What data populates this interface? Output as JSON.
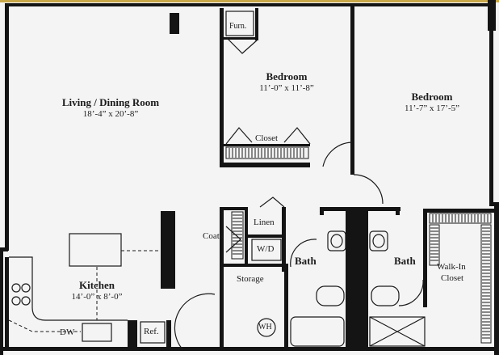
{
  "rooms": {
    "living": {
      "name": "Living / Dining Room",
      "dims": "18’-4” x 20’-8”"
    },
    "bedroom1": {
      "name": "Bedroom",
      "dims": "11’-0” x 11’-8”"
    },
    "bedroom2": {
      "name": "Bedroom",
      "dims": "11’-7” x 17’-5”"
    },
    "kitchen": {
      "name": "Kitchen",
      "dims": "14’-0” x 8’-0”"
    },
    "bath1": {
      "name": "Bath"
    },
    "bath2": {
      "name": "Bath"
    },
    "storage": {
      "name": "Storage"
    },
    "walkin": {
      "line1": "Walk-In",
      "line2": "Closet"
    }
  },
  "fixtures": {
    "furn": "Furn.",
    "closet": "Closet",
    "linen": "Linen",
    "coats": "Coats",
    "wd": "W/D",
    "wh": "WH",
    "dw": "DW",
    "ref": "Ref."
  },
  "colors": {
    "frame": "#c9a84a",
    "paper": "#f6f6f6",
    "wall": "#141414"
  }
}
